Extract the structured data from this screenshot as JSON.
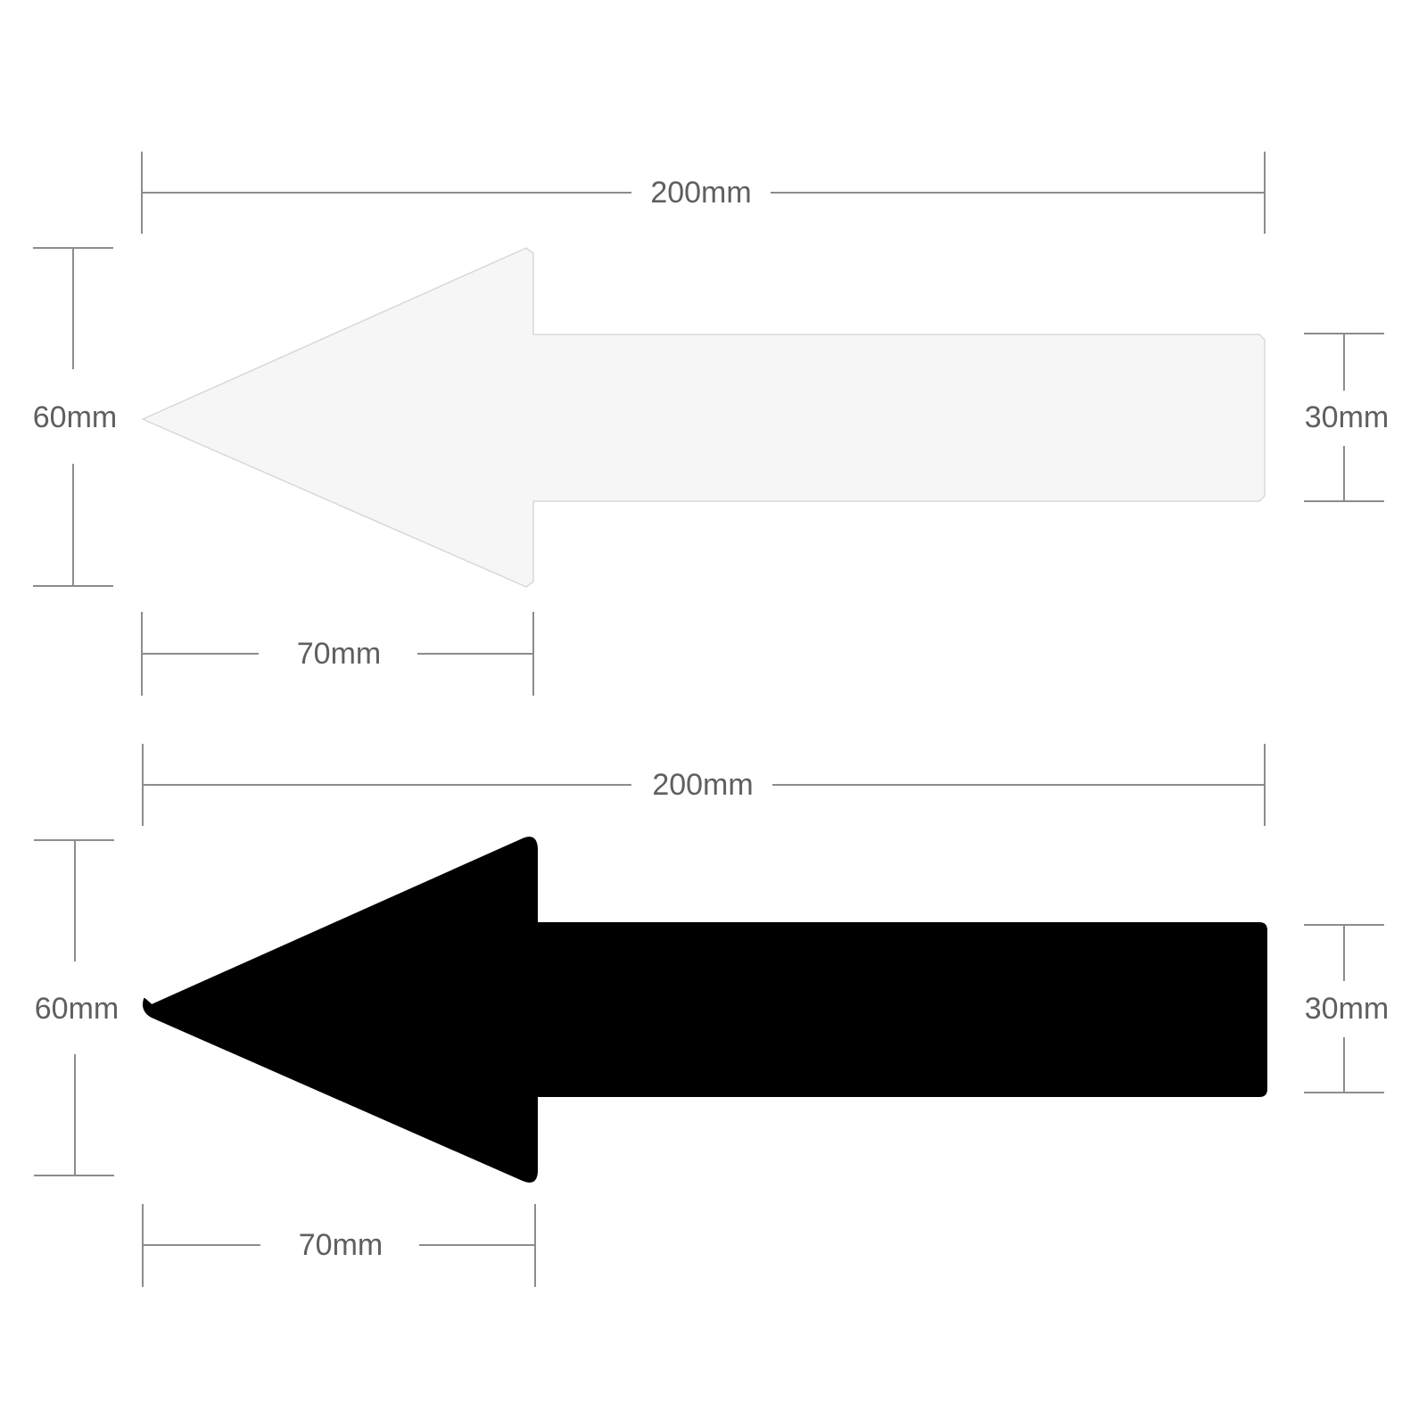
{
  "colors": {
    "background": "#ffffff",
    "dimension_line": "#8c8c8c",
    "dimension_text": "#5f5f5f",
    "arrow_white_fill": "#f6f6f6",
    "arrow_white_edge": "#d8d8d8",
    "arrow_black_fill": "#000000"
  },
  "arrows": [
    {
      "id": "white",
      "direction": "left",
      "labels": {
        "total_length": "200mm",
        "head_height": "60mm",
        "shaft_height": "30mm",
        "head_length": "70mm"
      }
    },
    {
      "id": "black",
      "direction": "left",
      "labels": {
        "total_length": "200mm",
        "head_height": "60mm",
        "shaft_height": "30mm",
        "head_length": "70mm"
      }
    }
  ]
}
